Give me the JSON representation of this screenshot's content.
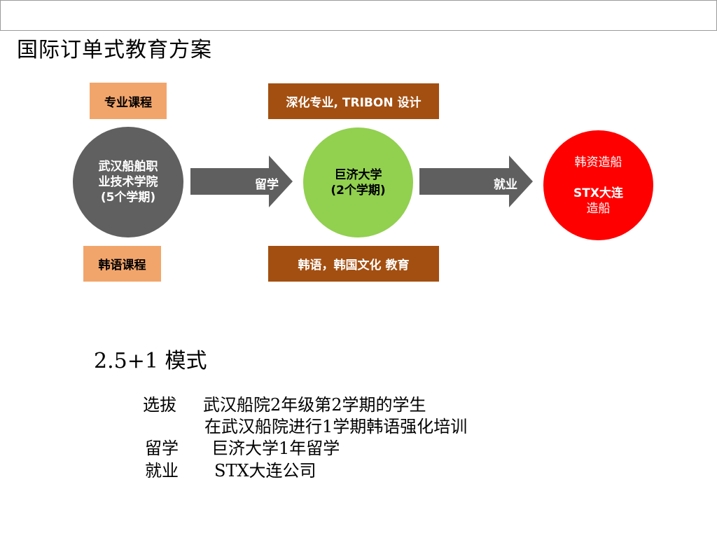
{
  "header": {
    "tiny_text": ""
  },
  "title": "国际订单式教育方案",
  "boxes": {
    "top_left": "专业课程",
    "bottom_left": "韩语课程",
    "top_middle": "深化专业, TRIBON 设计",
    "bottom_middle": "韩语，韩国文化  教育"
  },
  "nodes": {
    "left": [
      "武汉船舶职",
      "业技术学院",
      "(5个学期)"
    ],
    "middle": [
      "巨济大学",
      "(2个学期)"
    ],
    "right": [
      "韩资造船",
      "",
      "STX大连",
      "造船"
    ]
  },
  "arrows": {
    "first": "留学",
    "second": "就业"
  },
  "mode_title": "2.5+1  模式",
  "description": [
    {
      "label": "选拔",
      "text": "武汉船院2年级第2学期的学生"
    },
    {
      "label": "",
      "text": "在武汉船院进行1学期韩语强化培训"
    },
    {
      "label": "留学",
      "text": "巨济大学1年留学"
    },
    {
      "label": "就业",
      "text": "STX大连公司"
    }
  ],
  "colors": {
    "orange": "#f2a56b",
    "brown": "#a34f11",
    "gray": "#606060",
    "green": "#92d050",
    "red": "#ff0000",
    "arrow": "#5f5f5f"
  }
}
